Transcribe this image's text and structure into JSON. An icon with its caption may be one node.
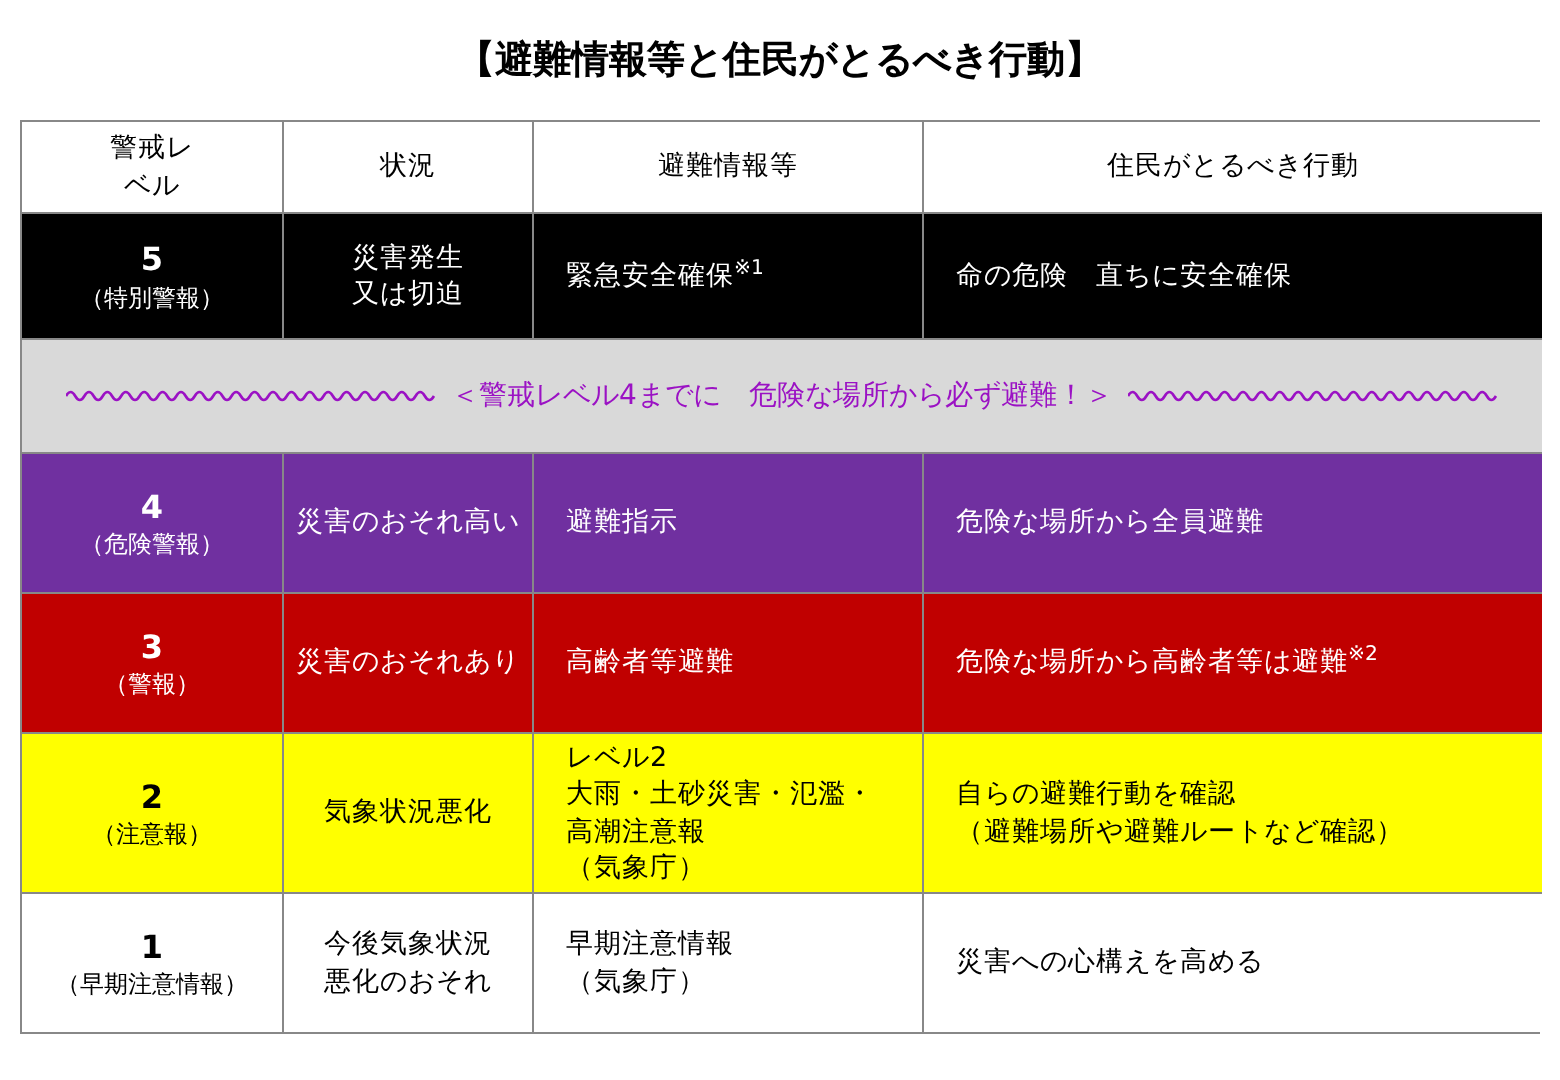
{
  "diagram": {
    "title": "【避難情報等と住民がとるべき行動】",
    "labels": [
      "警戒レベル",
      "状況",
      "避難情報等",
      "住民がとるべき行動",
      "5",
      "（特別警報）",
      "災害発生又は切迫",
      "緊急安全確保$^{※1}$",
      "命の危険　直ちに安全確保",
      "＜警戒レベル4までに　危険な場所から必ず避難！＞",
      "4",
      "（危険警報）",
      "災害のおそれ高い",
      "避難指示",
      "危険な場所から全員避難",
      "3",
      "（警報）",
      "災害のおそれあり",
      "高齢者等避難",
      "危険な場所から高齢者等は避難$^{※2}$",
      "2",
      "（注意報）",
      "気象状況悪化",
      "レベル2",
      "大雨・土砂災害・氾濫・",
      "高潮注意報",
      "（気象庁）",
      "自らの避難行動を確認",
      "（避難場所や避難ルートなど確認）",
      "1",
      "（早期注意情報）",
      "今後気象状況悪化のおそれ",
      "早期注意情報",
      "（気象庁）",
      "災害への心構えを高める"
    ]
  }
}
